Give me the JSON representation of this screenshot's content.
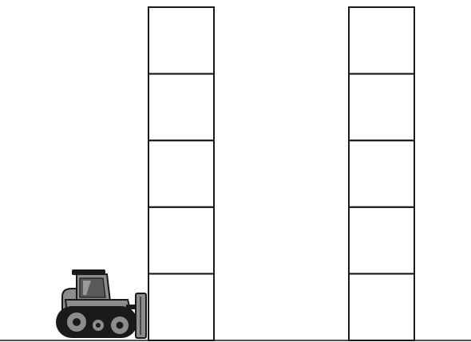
{
  "scene": {
    "stacks": [
      {
        "name": "left-stack",
        "box_count": 5
      },
      {
        "name": "right-stack",
        "box_count": 5
      }
    ],
    "vehicle": {
      "type": "bulldozer",
      "icon": "bulldozer-icon"
    }
  },
  "colors": {
    "background": "#ffffff",
    "line": "#1a1a1a",
    "vehicle_body": "#8c8c8c",
    "vehicle_dark": "#1a1a1a",
    "vehicle_window": "#5a5a5a",
    "vehicle_hub": "#cfcfcf"
  }
}
